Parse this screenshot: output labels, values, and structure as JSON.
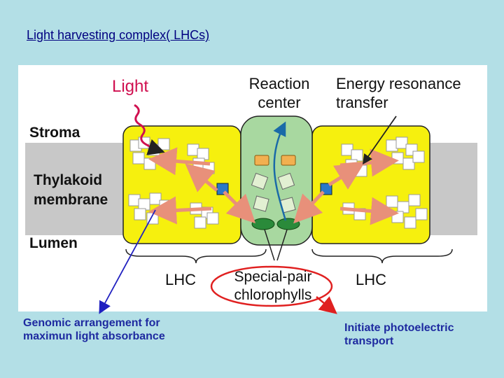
{
  "slide": {
    "title": "Light harvesting complex( LHCs)"
  },
  "diagram": {
    "labels": {
      "light": "Light",
      "stroma": "Stroma",
      "thylakoid": "Thylakoid",
      "membrane": "membrane",
      "lumen": "Lumen",
      "reaction_line1": "Reaction",
      "reaction_line2": "center",
      "energy_line1": "Energy resonance",
      "energy_line2": "transfer",
      "lhc_left": "LHC",
      "lhc_right": "LHC",
      "special_line1": "Special-pair",
      "special_line2": "chlorophylls"
    },
    "colors": {
      "membrane_band": "#c8c8c8",
      "lhc_fill": "#f6f00e",
      "reaction_center_fill": "#a8d8a0",
      "arrow_pink": "#f4b6a2",
      "light_label": "#d01050",
      "highlight_oval": "#e02020",
      "annotation_blue": "#2020c0"
    }
  },
  "captions": {
    "left": "Genomic arrangement for maximun light absorbance",
    "right": "Initiate photoelectric transport"
  }
}
